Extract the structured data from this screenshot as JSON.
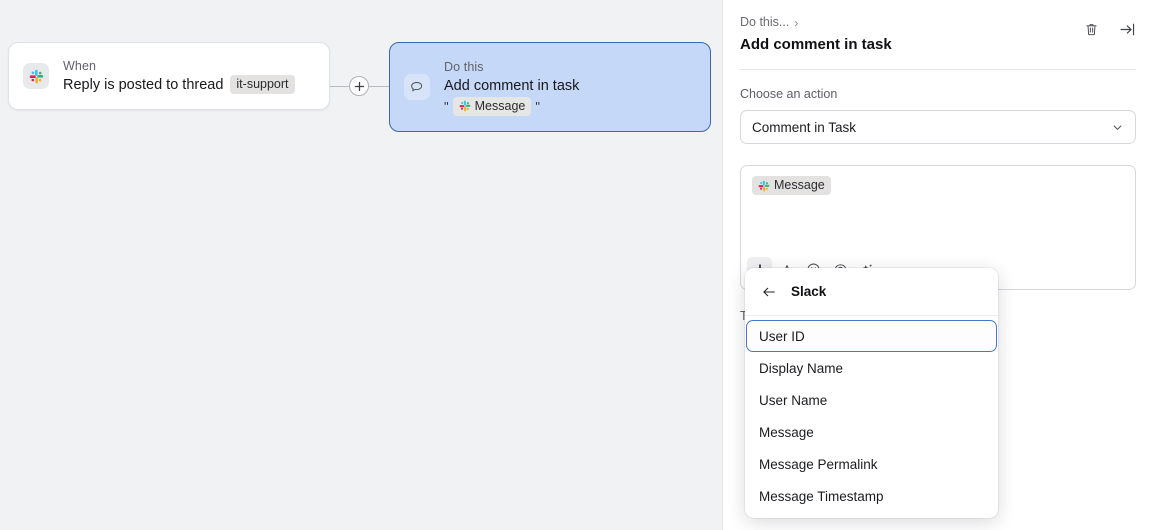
{
  "canvas": {
    "trigger_card": {
      "kicker": "When",
      "title": "Reply is posted to thread",
      "tag": "it-support",
      "app_icon": "slack-icon"
    },
    "connector": {
      "add_label": "+",
      "icon": "plus-icon"
    },
    "action_card": {
      "kicker": "Do this",
      "title": "Add comment in task",
      "quote_open": "\"",
      "token": "Message",
      "quote_close": "\"",
      "app_icon": "comment-bubble-icon"
    }
  },
  "panel": {
    "breadcrumb": "Do this...",
    "breadcrumb_chevron": "›",
    "title": "Add comment in task",
    "actions": [
      {
        "name": "delete-button",
        "icon": "trash-icon"
      },
      {
        "name": "collapse-panel-button",
        "icon": "arrow-to-right-icon"
      }
    ],
    "action_field": {
      "label": "Choose an action",
      "value": "Comment in Task",
      "chevron": "chevron-down-icon"
    },
    "composer": {
      "token": "Message",
      "toolbar": [
        {
          "name": "insert-variable-button",
          "icon": "plus-icon",
          "active": true
        },
        {
          "name": "text-format-button",
          "icon": "text-format-icon",
          "active": false
        },
        {
          "name": "emoji-button",
          "icon": "emoji-icon",
          "active": false
        },
        {
          "name": "mention-button",
          "icon": "at-mention-icon",
          "active": false
        },
        {
          "name": "ai-assist-button",
          "icon": "sparkles-icon",
          "active": false
        }
      ]
    },
    "obscured_label": "T"
  },
  "dropdown": {
    "back_icon": "arrow-left-icon",
    "title": "Slack",
    "items": [
      {
        "label": "User ID",
        "selected": true
      },
      {
        "label": "Display Name",
        "selected": false
      },
      {
        "label": "User Name",
        "selected": false
      },
      {
        "label": "Message",
        "selected": false
      },
      {
        "label": "Message Permalink",
        "selected": false
      },
      {
        "label": "Message Timestamp",
        "selected": false
      }
    ]
  },
  "colors": {
    "canvas_bg": "#f1f2f4",
    "selected_card_bg": "#c5d8f7",
    "selected_card_border": "#3c67b5",
    "accent": "#4a76c8"
  }
}
